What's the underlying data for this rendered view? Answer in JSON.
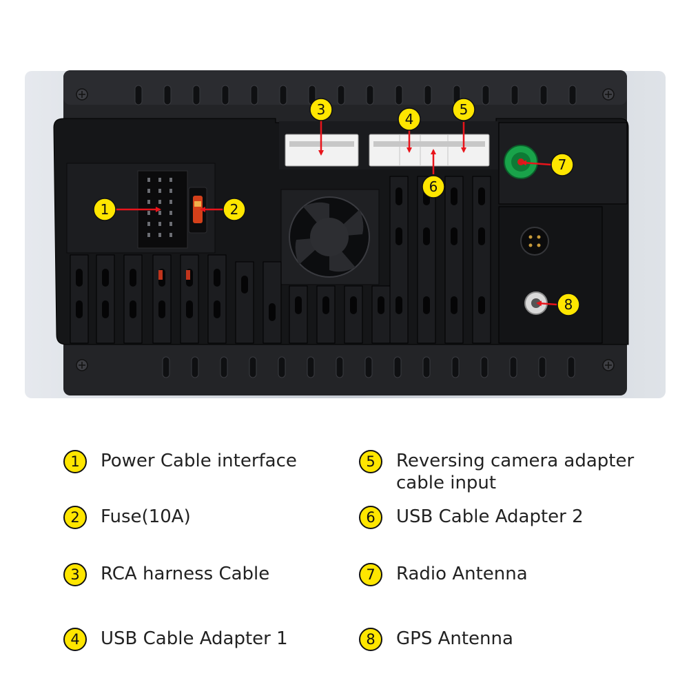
{
  "callouts": [
    {
      "number": "1"
    },
    {
      "number": "2"
    },
    {
      "number": "3"
    },
    {
      "number": "4"
    },
    {
      "number": "5"
    },
    {
      "number": "6"
    },
    {
      "number": "7"
    },
    {
      "number": "8"
    }
  ],
  "legend": [
    {
      "number": "1",
      "lines": [
        "Power Cable interface"
      ]
    },
    {
      "number": "2",
      "lines": [
        "Fuse(10A)"
      ]
    },
    {
      "number": "3",
      "lines": [
        "RCA harness Cable"
      ]
    },
    {
      "number": "4",
      "lines": [
        "USB Cable Adapter 1"
      ]
    },
    {
      "number": "5",
      "lines": [
        "Reversing camera adapter",
        "cable input"
      ]
    },
    {
      "number": "6",
      "lines": [
        "USB Cable Adapter 2"
      ]
    },
    {
      "number": "7",
      "lines": [
        "Radio Antenna"
      ]
    },
    {
      "number": "8",
      "lines": [
        "GPS Antenna"
      ]
    }
  ],
  "colors": {
    "badge": "#ffe600",
    "arrow": "#e8141b",
    "housing": "#232427",
    "panel": "#151618",
    "frame": "#c9ced6"
  }
}
